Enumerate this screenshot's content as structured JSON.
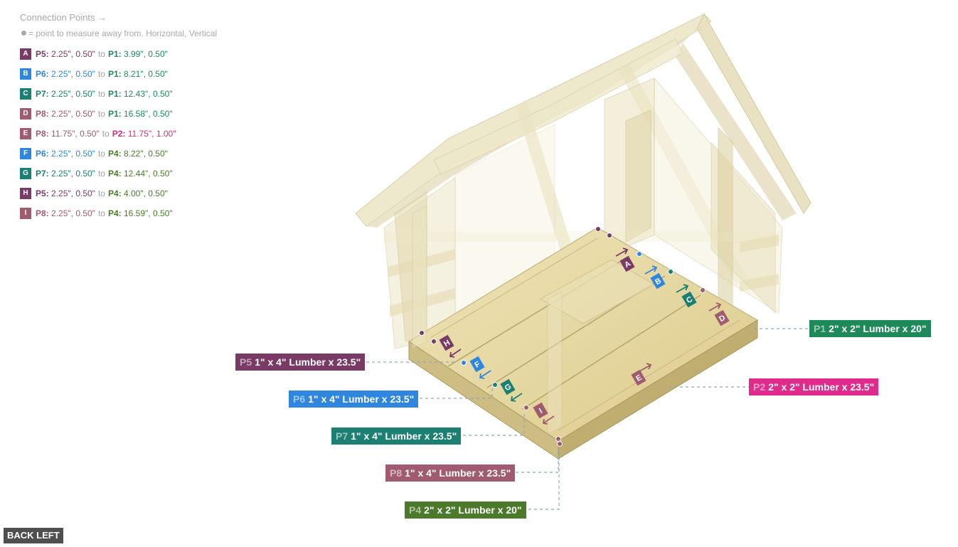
{
  "legend": {
    "title": "Connection Points →",
    "note": "= point to measure away from. Horizontal, Vertical",
    "connections": [
      {
        "letter": "A",
        "color": "#7a3a66",
        "from_part": "P5:",
        "from_color": "#7a3a66",
        "from_val": "2.25\", 0.50\"",
        "to": "to",
        "to_part": "P1:",
        "to_color": "#1e8a5a",
        "to_val": "3.99\", 0.50\""
      },
      {
        "letter": "B",
        "color": "#2e86de",
        "from_part": "P6:",
        "from_color": "#2e86de",
        "from_val": "2.25\", 0.50\"",
        "to": "to",
        "to_part": "P1:",
        "to_color": "#1e8a5a",
        "to_val": "8.21\", 0.50\""
      },
      {
        "letter": "C",
        "color": "#1b7f72",
        "from_part": "P7:",
        "from_color": "#1b7f72",
        "from_val": "2.25\", 0.50\"",
        "to": "to",
        "to_part": "P1:",
        "to_color": "#1e8a5a",
        "to_val": "12.43\", 0.50\""
      },
      {
        "letter": "D",
        "color": "#a05b6e",
        "from_part": "P8:",
        "from_color": "#a05b6e",
        "from_val": "2.25\", 0.50\"",
        "to": "to",
        "to_part": "P1:",
        "to_color": "#1e8a5a",
        "to_val": "16.58\", 0.50\""
      },
      {
        "letter": "E",
        "color": "#a05b6e",
        "from_part": "P8:",
        "from_color": "#a05b6e",
        "from_val": "11.75\", 0.50\"",
        "to": "to",
        "to_part": "P2:",
        "to_color": "#d7287f",
        "to_val": "11.75\", 1.00\""
      },
      {
        "letter": "F",
        "color": "#2e86de",
        "from_part": "P6:",
        "from_color": "#2e86de",
        "from_val": "2.25\", 0.50\"",
        "to": "to",
        "to_part": "P4:",
        "to_color": "#4a7a2a",
        "to_val": "8.22\", 0.50\""
      },
      {
        "letter": "G",
        "color": "#1b7f72",
        "from_part": "P7:",
        "from_color": "#1b7f72",
        "from_val": "2.25\", 0.50\"",
        "to": "to",
        "to_part": "P4:",
        "to_color": "#4a7a2a",
        "to_val": "12.44\", 0.50\""
      },
      {
        "letter": "H",
        "color": "#7a3a66",
        "from_part": "P5:",
        "from_color": "#7a3a66",
        "from_val": "2.25\", 0.50\"",
        "to": "to",
        "to_part": "P4:",
        "to_color": "#4a7a2a",
        "to_val": "4.00\", 0.50\""
      },
      {
        "letter": "I",
        "color": "#a05b6e",
        "from_part": "P8:",
        "from_color": "#a05b6e",
        "from_val": "2.25\", 0.50\"",
        "to": "to",
        "to_part": "P4:",
        "to_color": "#4a7a2a",
        "to_val": "16.59\", 0.50\""
      }
    ]
  },
  "parts": {
    "p1": {
      "id": "P1",
      "desc": "2\" x 2\" Lumber x 20\"",
      "color": "#1e8a5a"
    },
    "p2": {
      "id": "P2",
      "desc": "2\" x 2\" Lumber x 23.5\"",
      "color": "#e02a8d"
    },
    "p5": {
      "id": "P5",
      "desc": "1\" x 4\" Lumber  x 23.5\"",
      "color": "#7a3a66"
    },
    "p6": {
      "id": "P6",
      "desc": "1\" x 4\" Lumber  x 23.5\"",
      "color": "#2e86de"
    },
    "p7": {
      "id": "P7",
      "desc": "1\" x 4\" Lumber  x 23.5\"",
      "color": "#1b7f72"
    },
    "p8": {
      "id": "P8",
      "desc": "1\" x 4\" Lumber  x 23.5\"",
      "color": "#a05b6e"
    },
    "p4": {
      "id": "P4",
      "desc": "2\" x 2\" Lumber x 20\"",
      "color": "#4a7a2a"
    }
  },
  "view_button": "BACK LEFT",
  "colors": {
    "wood_light": "#f0ead0",
    "wood_edge": "#c9bd8e",
    "floor": "#e6d9a3",
    "guide_line": "#7a9ab8"
  }
}
